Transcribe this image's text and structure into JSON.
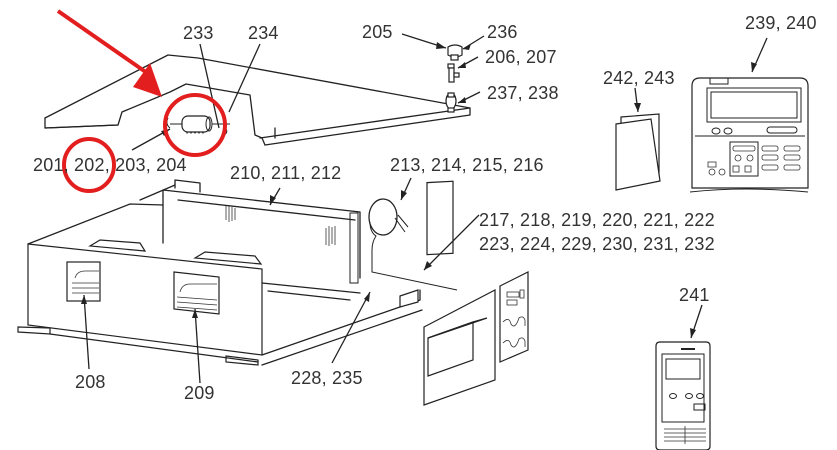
{
  "diagram": {
    "type": "exploded parts diagram",
    "highlight_color": "#e31e1e",
    "line_color": "#222222",
    "label_color": "#333333",
    "callouts": {
      "c233": "233",
      "c234": "234",
      "c201_204": {
        "a": "201,",
        "b": "202",
        "c": ", 203, 204"
      },
      "c205": "205",
      "c236": "236",
      "c206_207": "206, 207",
      "c237_238": "237, 238",
      "c239_240": "239, 240",
      "c242_243": "242, 243",
      "c210_212": "210, 211, 212",
      "c213_216": "213, 214, 215, 216",
      "c217_222": "217, 218, 219, 220, 221, 222",
      "c223_232": "223, 224, 229, 230, 231, 232",
      "c208": "208",
      "c209": "209",
      "c228_235": "228, 235",
      "c241": "241"
    },
    "highlights": [
      {
        "shape": "arrow",
        "target": "motor part 233/234"
      },
      {
        "shape": "circle",
        "target": "motor part 233/234"
      },
      {
        "shape": "circle",
        "target": "label 202"
      }
    ],
    "parts": [
      "top cover panel",
      "fan motor",
      "valve fittings",
      "wired remote controller",
      "owner's manual",
      "main cabinet",
      "drain/air outlets",
      "sensor wire",
      "control box",
      "handheld remote controller"
    ]
  }
}
